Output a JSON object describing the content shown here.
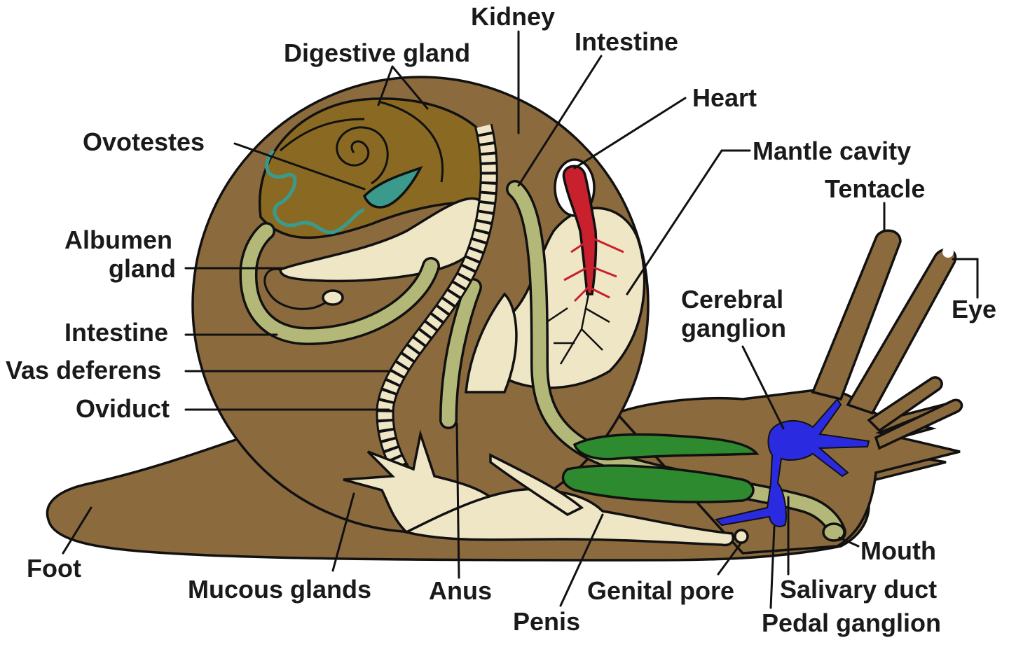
{
  "labels": {
    "kidney": "Kidney",
    "digestive_gland": "Digestive gland",
    "intestine_top": "Intestine",
    "heart": "Heart",
    "ovotestes": "Ovotestes",
    "mantle_cavity": "Mantle cavity",
    "tentacle": "Tentacle",
    "albumen_gland_line1": "Albumen",
    "albumen_gland_line2": "gland",
    "eye": "Eye",
    "cerebral_ganglion_line1": "Cerebral",
    "cerebral_ganglion_line2": "ganglion",
    "intestine_left": "Intestine",
    "vas_deferens": "Vas deferens",
    "oviduct": "Oviduct",
    "foot": "Foot",
    "mouth": "Mouth",
    "mucous_glands": "Mucous glands",
    "anus": "Anus",
    "genital_pore": "Genital pore",
    "salivary_duct": "Salivary duct",
    "penis": "Penis",
    "pedal_ganglion": "Pedal ganglion"
  },
  "colors": {
    "body": "#8b6a3e",
    "shell_apex": "#8a6a22",
    "cream": "#efe6c6",
    "intestine": "#b3b878",
    "heart": "#c8202c",
    "ganglion": "#2a2ae0",
    "salivary": "#2e8a2e",
    "ovotestes": "#3a9a8c",
    "outline": "#111111"
  }
}
